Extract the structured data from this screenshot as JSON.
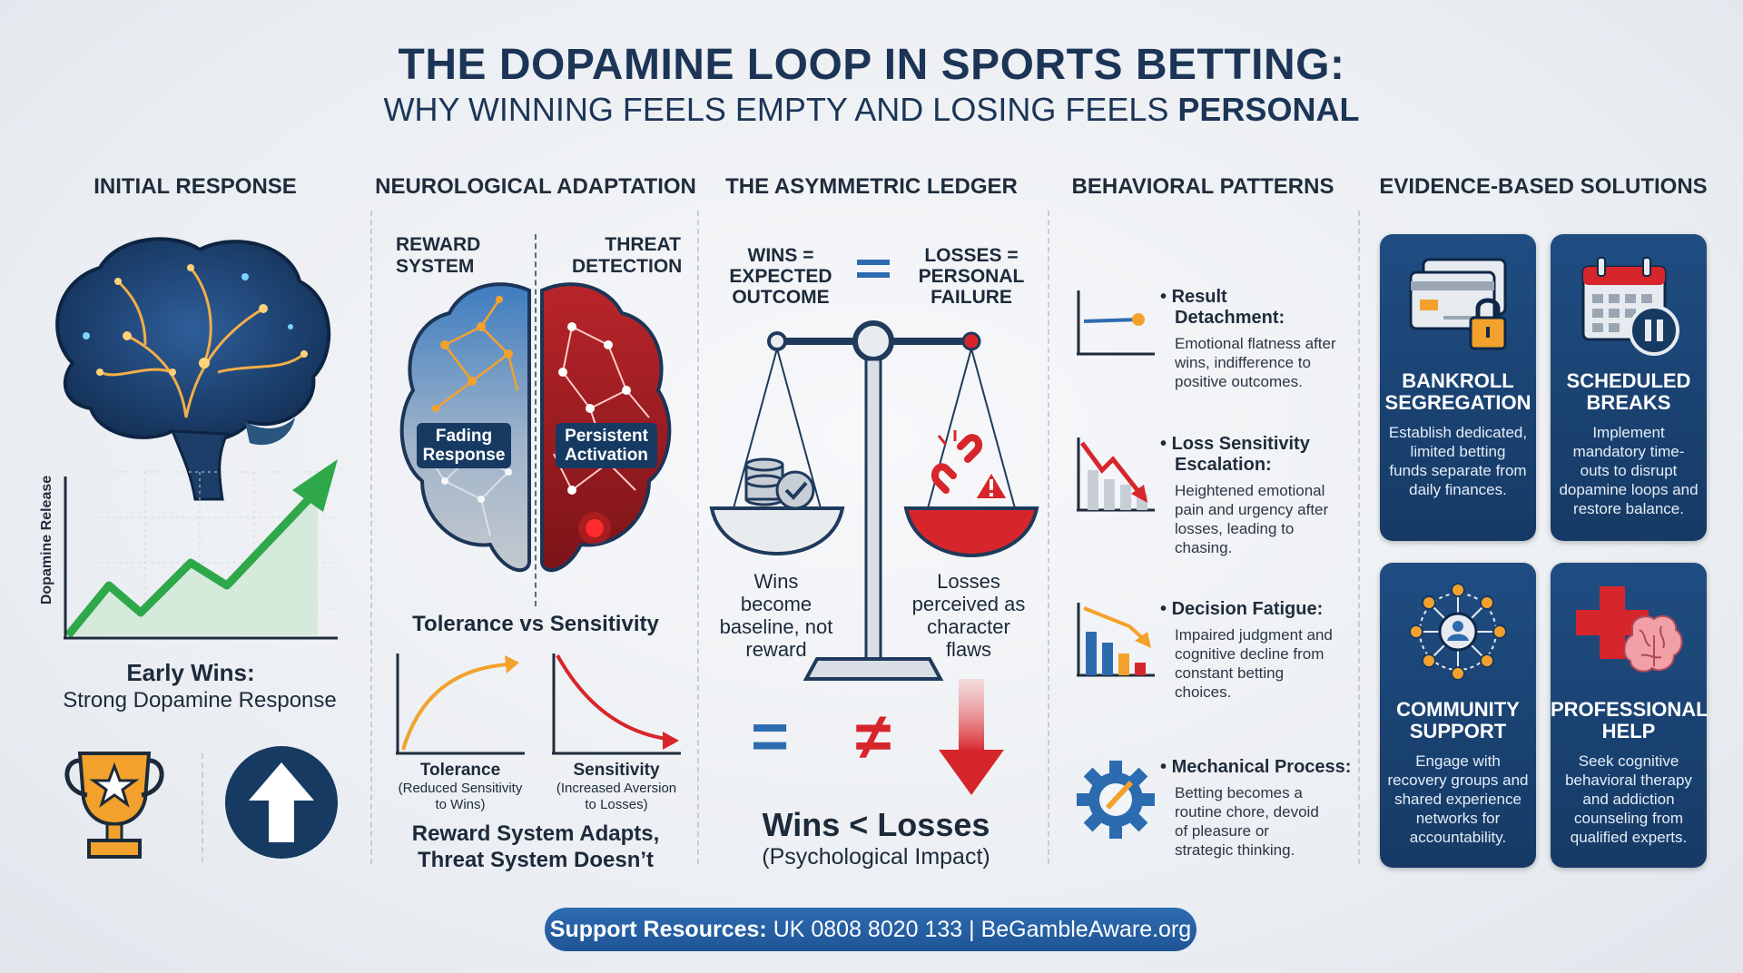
{
  "header": {
    "title": "THE DOPAMINE LOOP IN SPORTS BETTING:",
    "subtitle_plain": "WHY WINNING FEELS EMPTY AND LOSING FEELS",
    "subtitle_bold": "PERSONAL"
  },
  "columns": {
    "initial": {
      "heading": "INITIAL RESPONSE",
      "axis_label": "Dopamine Release",
      "caption_bold": "Early Wins:",
      "caption": "Strong Dopamine Response"
    },
    "neuro": {
      "heading": "NEUROLOGICAL ADAPTATION",
      "left_label_1": "REWARD",
      "left_label_2": "SYSTEM",
      "right_label_1": "THREAT",
      "right_label_2": "DETECTION",
      "box_left_1": "Fading",
      "box_left_2": "Response",
      "box_right_1": "Persistent",
      "box_right_2": "Activation",
      "subhead": "Tolerance vs Sensitivity",
      "chart_left_title": "Tolerance",
      "chart_left_note_1": "(Reduced Sensitivity",
      "chart_left_note_2": "to Wins)",
      "chart_right_title": "Sensitivity",
      "chart_right_note_1": "(Increased Aversion",
      "chart_right_note_2": "to Losses)",
      "conclusion_1": "Reward System Adapts,",
      "conclusion_2": "Threat System Doesn’t"
    },
    "ledger": {
      "heading": "THE ASYMMETRIC LEDGER",
      "wins_1": "WINS =",
      "wins_2": "EXPECTED",
      "wins_3": "OUTCOME",
      "losses_1": "LOSSES =",
      "losses_2": "PERSONAL",
      "losses_3": "FAILURE",
      "left_note_1": "Wins",
      "left_note_2": "become",
      "left_note_3": "baseline, not",
      "left_note_4": "reward",
      "right_note_1": "Losses",
      "right_note_2": "perceived as",
      "right_note_3": "character",
      "right_note_4": "flaws",
      "equals_symbol": "=",
      "not_equal_symbol": "≠",
      "result": "Wins < Losses",
      "result_note": "(Psychological Impact)"
    },
    "patterns": {
      "heading": "BEHAVIORAL PATTERNS",
      "items": [
        {
          "title_1": "Result",
          "title_2": "Detachment:",
          "desc_1": "Emotional flatness after",
          "desc_2": "wins, indifference to",
          "desc_3": "positive outcomes.",
          "desc_4": ""
        },
        {
          "title_1": "Loss Sensitivity",
          "title_2": "Escalation:",
          "desc_1": "Heightened emotional",
          "desc_2": "pain and urgency after",
          "desc_3": "losses, leading to",
          "desc_4": "chasing."
        },
        {
          "title_1": "Decision Fatigue:",
          "title_2": "",
          "desc_1": "Impaired judgment and",
          "desc_2": "cognitive decline from",
          "desc_3": "constant betting",
          "desc_4": "choices."
        },
        {
          "title_1": "Mechanical Process:",
          "title_2": "",
          "desc_1": "Betting becomes a",
          "desc_2": "routine chore, devoid",
          "desc_3": "of pleasure or",
          "desc_4": "strategic thinking."
        }
      ]
    },
    "solutions": {
      "heading": "EVIDENCE-BASED SOLUTIONS",
      "tiles": [
        {
          "icon": "locked-card-icon",
          "title_1": "BANKROLL",
          "title_2": "SEGREGATION",
          "desc_1": "Establish dedicated,",
          "desc_2": "limited betting",
          "desc_3": "funds separate from",
          "desc_4": "daily finances.",
          "desc_5": ""
        },
        {
          "icon": "calendar-pause-icon",
          "title_1": "SCHEDULED",
          "title_2": "BREAKS",
          "desc_1": "Implement",
          "desc_2": "mandatory time-",
          "desc_3": "outs to disrupt",
          "desc_4": "dopamine loops and",
          "desc_5": "restore balance."
        },
        {
          "icon": "network-people-icon",
          "title_1": "COMMUNITY",
          "title_2": "SUPPORT",
          "desc_1": "Engage with",
          "desc_2": "recovery groups and",
          "desc_3": "shared experience",
          "desc_4": "networks for",
          "desc_5": "accountability."
        },
        {
          "icon": "medical-brain-icon",
          "title_1": "PROFESSIONAL",
          "title_2": "HELP",
          "desc_1": "Seek cognitive",
          "desc_2": "behavioral therapy",
          "desc_3": "and addiction",
          "desc_4": "counseling from",
          "desc_5": "qualified experts."
        }
      ]
    }
  },
  "footer": {
    "label": "Support Resources:",
    "text": "UK 0808 8020 133 | BeGambleAware.org"
  },
  "colors": {
    "navy": "#163a65",
    "accent_blue": "#2d6bb0",
    "green": "#2fa84a",
    "red": "#d7262b",
    "orange": "#f2a22c"
  }
}
